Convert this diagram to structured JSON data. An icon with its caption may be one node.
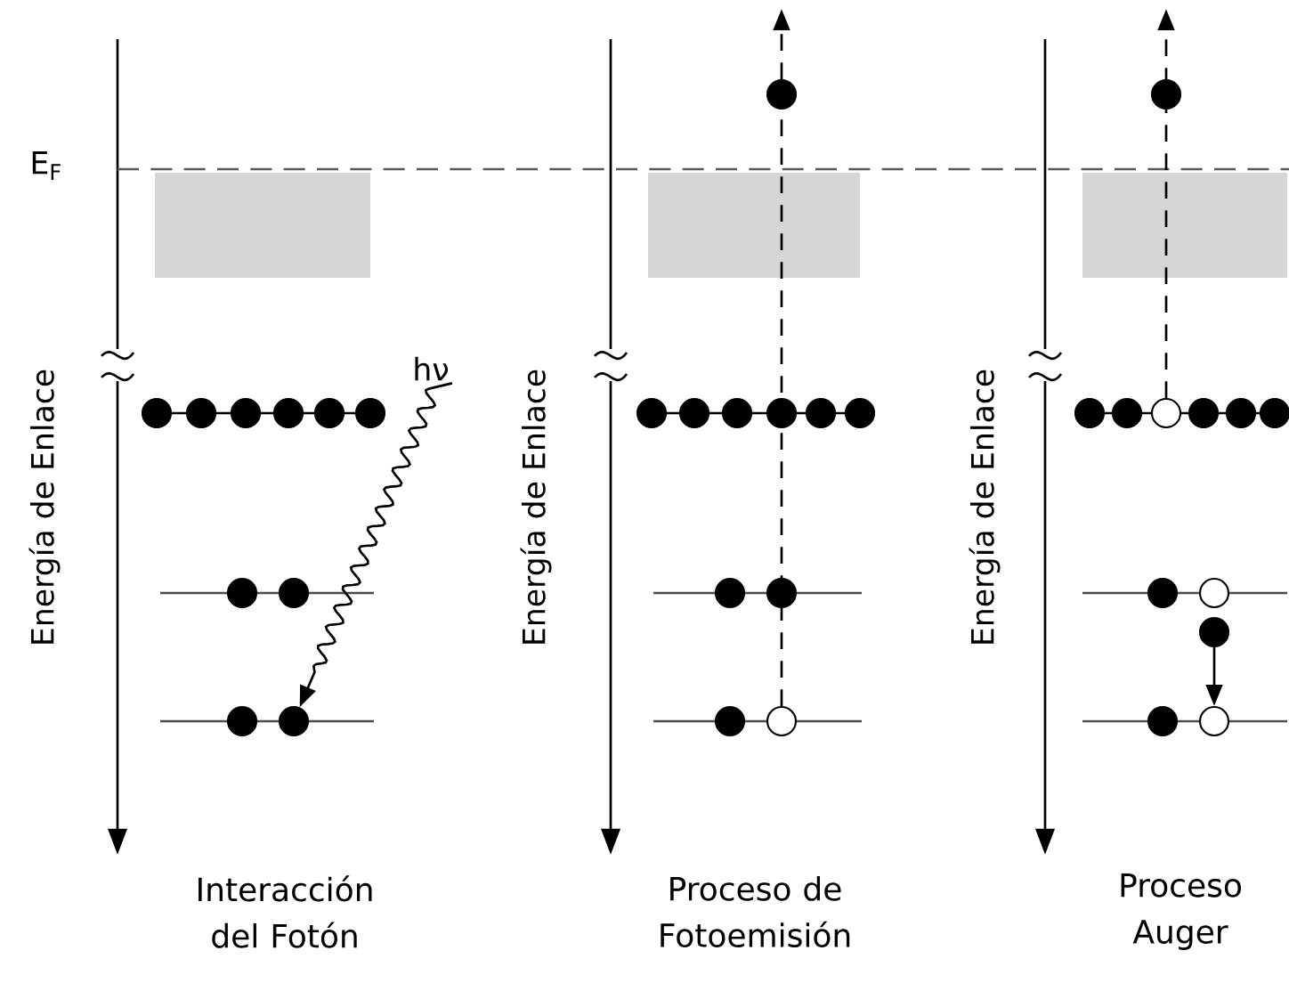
{
  "diagram": {
    "nodes": [
      {
        "text": [
          "hν"
        ]
      },
      {
        "text": [],
        "shape": "circle"
      },
      {
        "text": [],
        "shape": "circle"
      },
      {
        "text": [],
        "shape": "circle"
      },
      {
        "text": [],
        "shape": "circle"
      },
      {
        "text": [],
        "shape": "circle"
      }
    ],
    "edges": [
      {
        "from": 0,
        "to": 5,
        "arrow": "to"
      },
      {
        "from": 1,
        "to": null,
        "arrow": "to",
        "style": "dashed"
      },
      {
        "from": 2,
        "to": null,
        "arrow": "to",
        "style": "dashed"
      },
      {
        "from": 3,
        "to": 4,
        "arrow": "to"
      }
    ],
    "labels": [
      "E$_{F}$",
      "Energía de Enlace",
      "Energía de Enlace",
      "Energía de Enlace",
      "Interacción del Fotón",
      "Proceso de Fotoemisión",
      "Proceso Auger"
    ]
  }
}
